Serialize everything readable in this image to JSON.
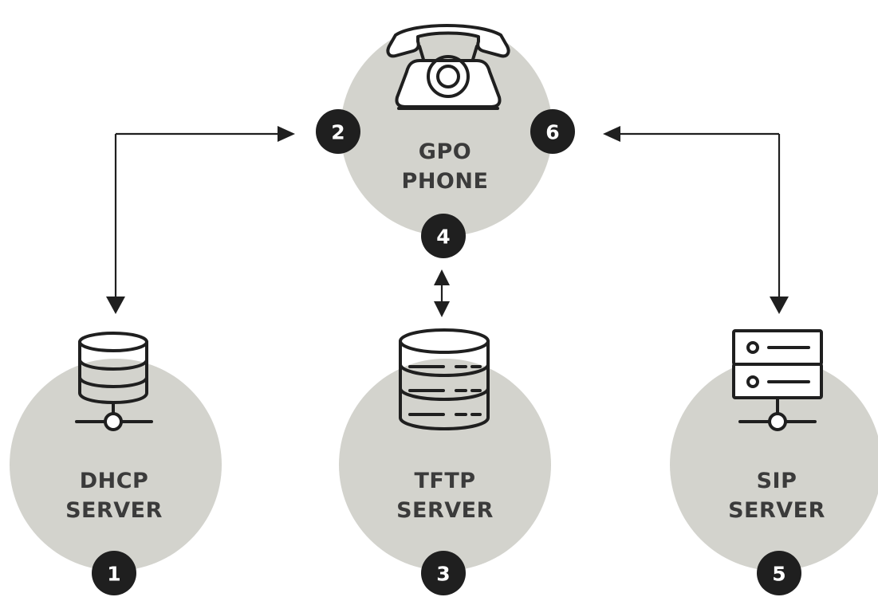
{
  "nodes": {
    "phone": {
      "line1": "GPO",
      "line2": "PHONE"
    },
    "dhcp": {
      "line1": "DHCP",
      "line2": "SERVER"
    },
    "tftp": {
      "line1": "TFTP",
      "line2": "SERVER"
    },
    "sip": {
      "line1": "SIP",
      "line2": "SERVER"
    }
  },
  "steps": {
    "s1": "1",
    "s2": "2",
    "s3": "3",
    "s4": "4",
    "s5": "5",
    "s6": "6"
  },
  "icons": {
    "phone": "rotary-telephone-icon",
    "dhcp": "network-database-icon",
    "tftp": "database-stack-icon",
    "sip": "network-server-icon"
  },
  "colors": {
    "disc": "#d3d3cd",
    "badge": "#1f1f1f",
    "text": "#3b3b3b",
    "line": "#1f1f1f"
  }
}
